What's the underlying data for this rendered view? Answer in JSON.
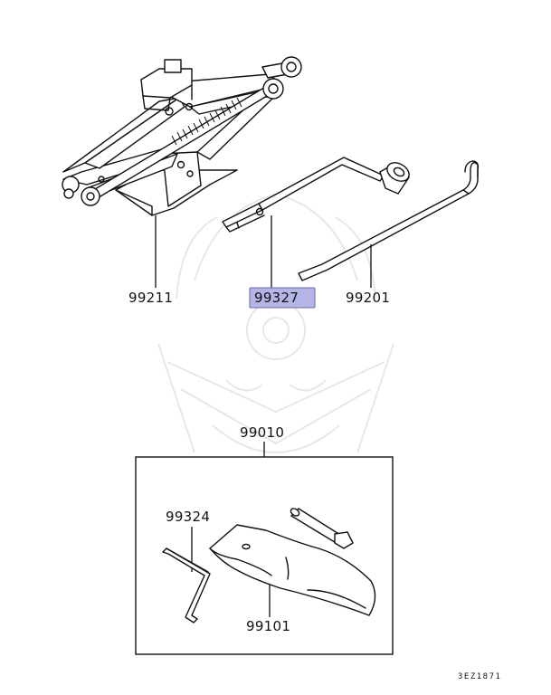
{
  "labels": {
    "jack": "99211",
    "wrench": "99327",
    "handle": "99201",
    "tool_kit": "99010",
    "crank": "99324",
    "bag": "99101"
  },
  "diagram_code": "3EZ1871",
  "highlight_color": "#b4b4e6",
  "highlight_border": "#6a6aa8"
}
